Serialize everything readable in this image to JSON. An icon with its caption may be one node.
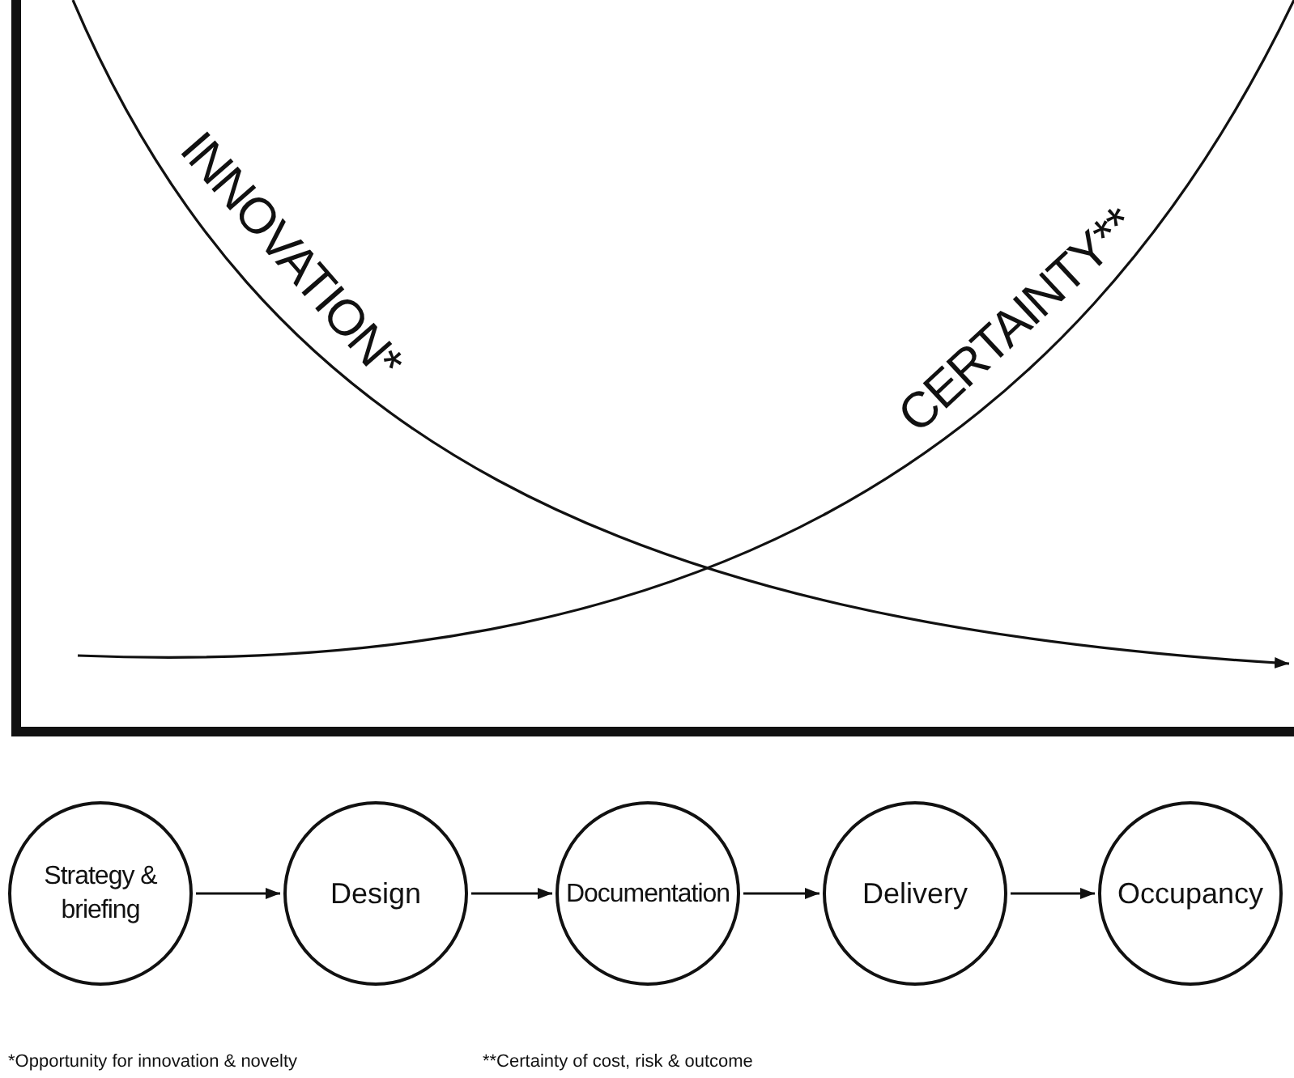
{
  "diagram": {
    "nodes": [
      {
        "text": [
          "Strategy & briefing"
        ]
      },
      {
        "text": [
          "Design"
        ]
      },
      {
        "text": [
          "Documentation"
        ]
      },
      {
        "text": [
          "Delivery"
        ]
      },
      {
        "text": [
          "Occupancy"
        ]
      }
    ],
    "edges": [
      {
        "from": 0,
        "to": 1,
        "arrow": "to"
      },
      {
        "from": 1,
        "to": 2,
        "arrow": "to"
      },
      {
        "from": 2,
        "to": 3,
        "arrow": "to"
      },
      {
        "from": 3,
        "to": 4,
        "arrow": "to"
      }
    ],
    "labels": [
      "INNOVATION*",
      "CERTAINTY**",
      "*Opportunity for innovation & novelty",
      "**Certainty of cost, risk & outcome"
    ]
  }
}
